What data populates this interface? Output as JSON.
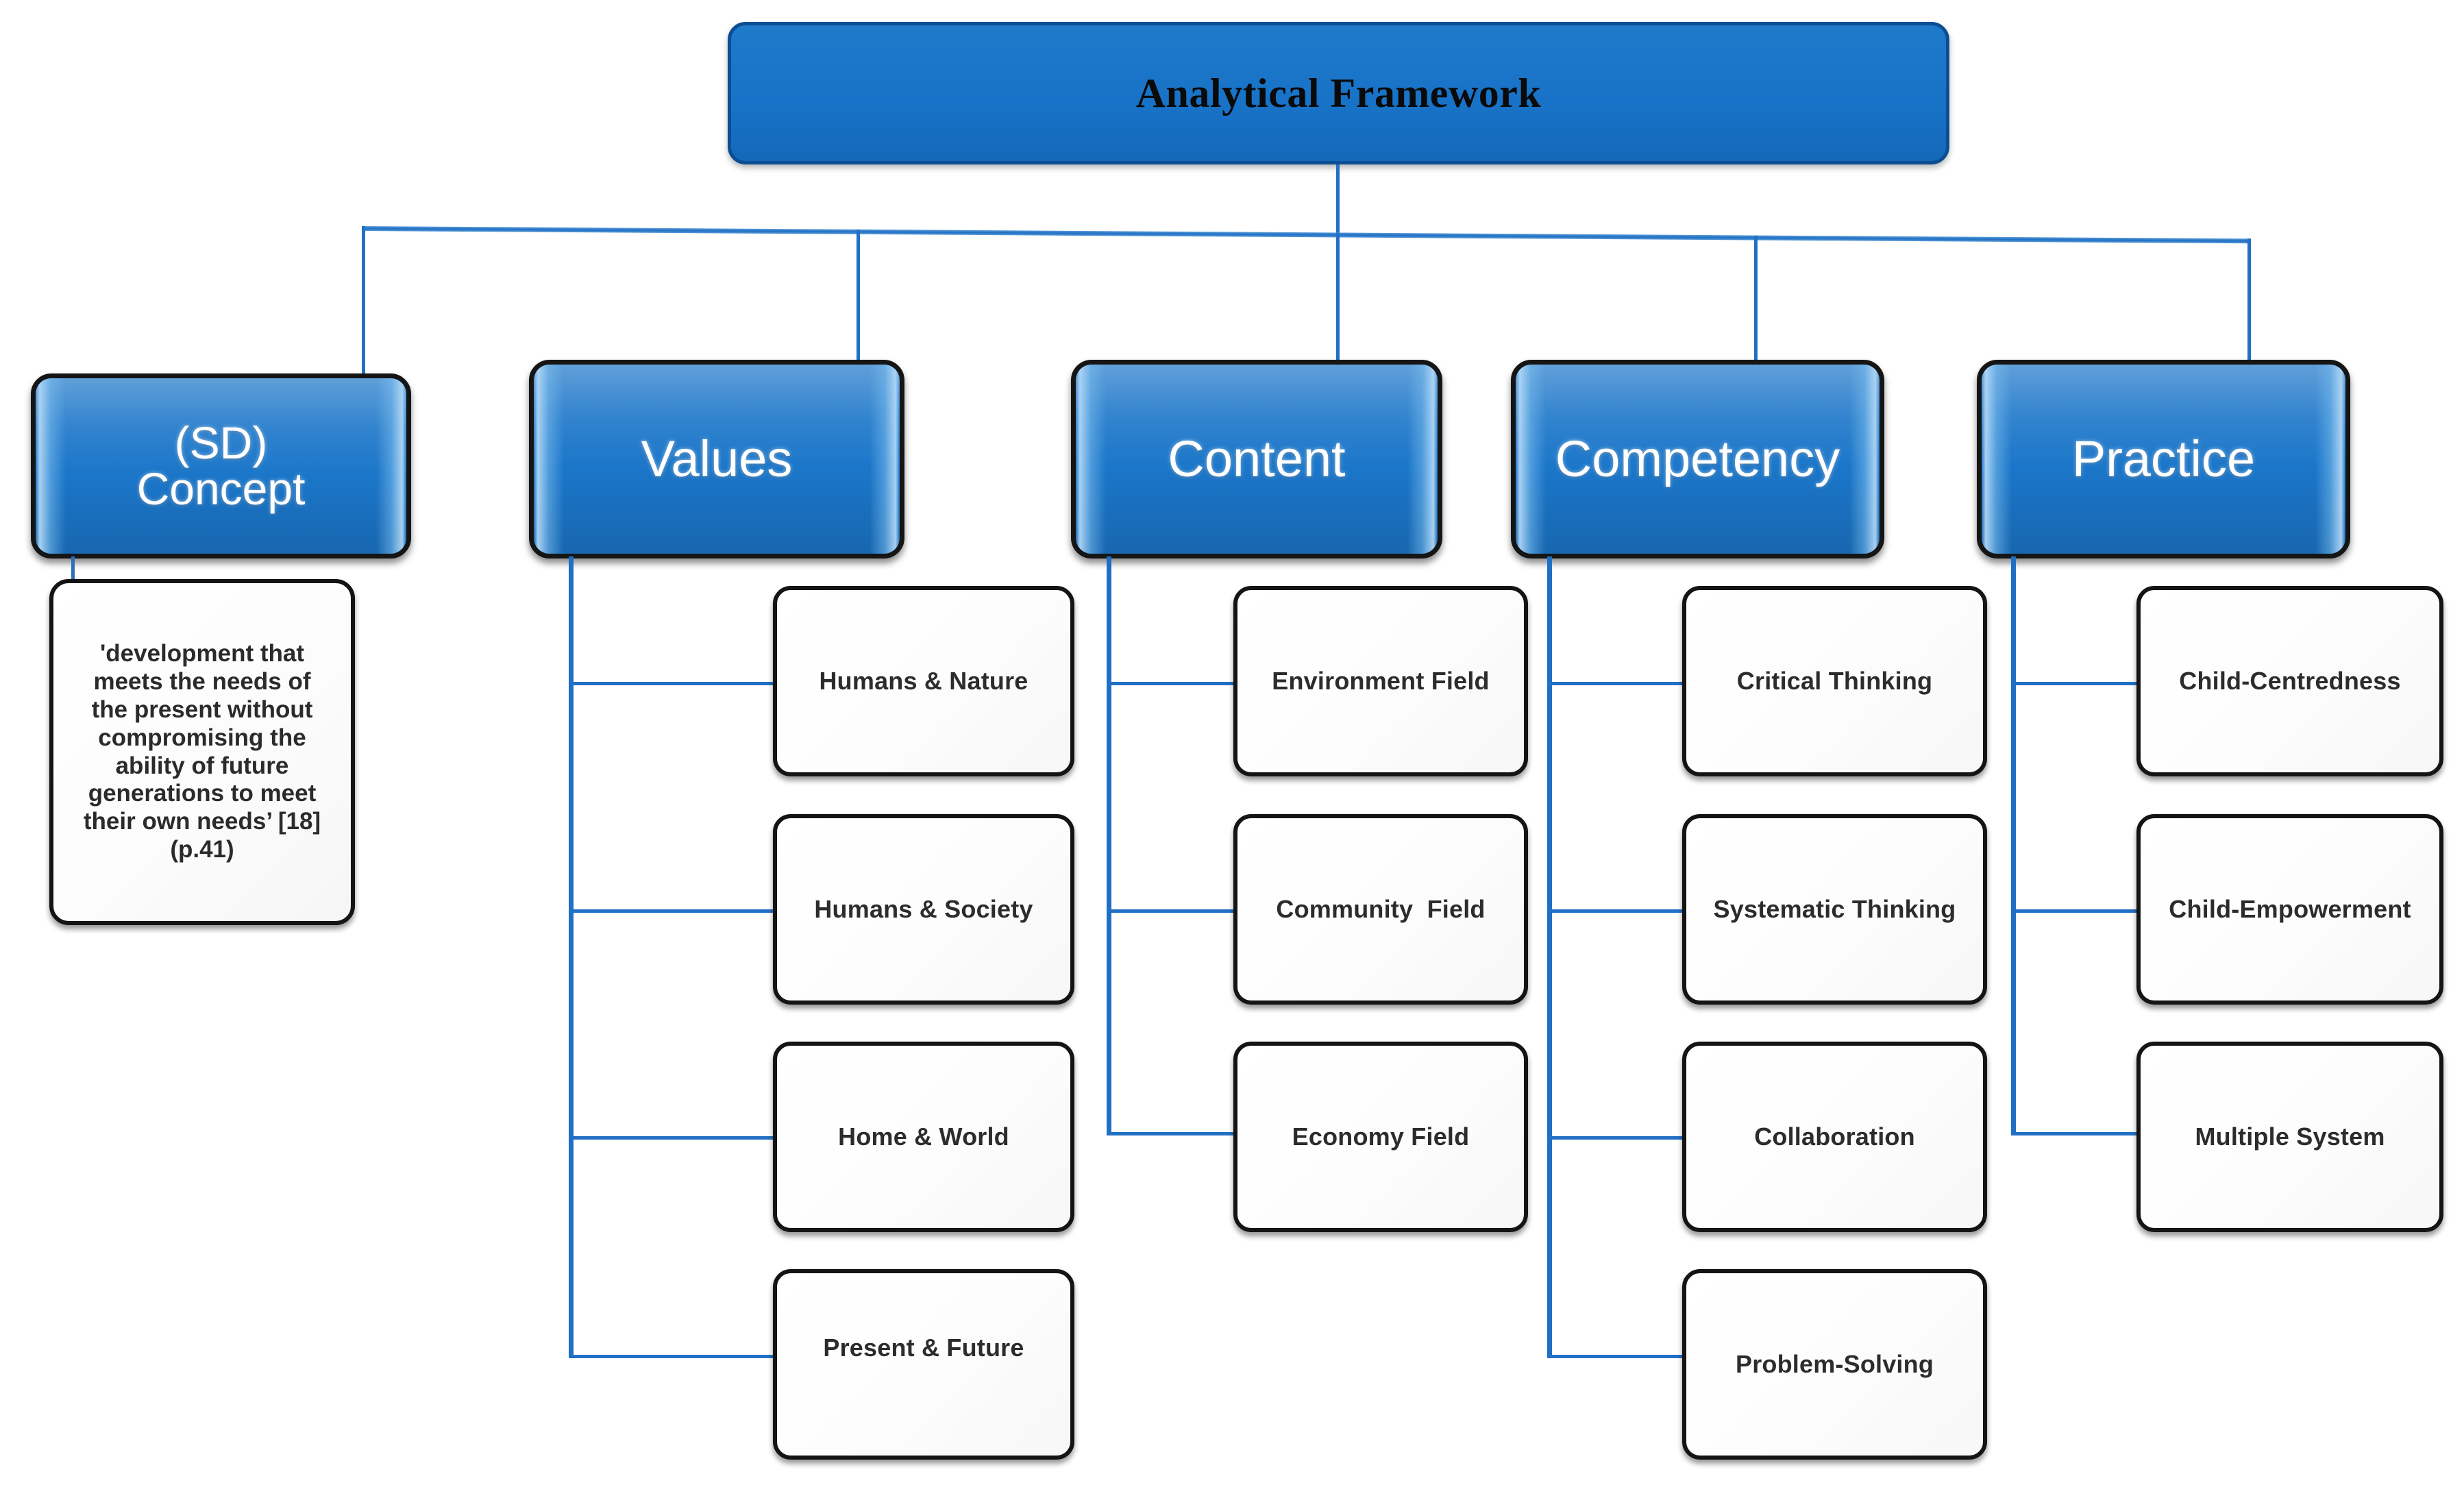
{
  "diagram": {
    "title": "Analytical Framework",
    "root": {
      "label": "Analytical Framework"
    },
    "sd": {
      "label": "(SD)\nConcept",
      "definition": "'development that\nmeets the needs of\nthe present without\ncompromising the\nability of future\ngenerations to meet\ntheir own needs’ [18]\n(p.41)"
    },
    "columns": [
      {
        "id": "values",
        "label": "Values",
        "items": [
          {
            "label": "Humans & Nature"
          },
          {
            "label": "Humans & Society"
          },
          {
            "label": "Home & World"
          },
          {
            "label": "Present & Future"
          }
        ]
      },
      {
        "id": "content",
        "label": "Content",
        "items": [
          {
            "label": "Environment Field"
          },
          {
            "label": "Community  Field"
          },
          {
            "label": "Economy Field"
          }
        ]
      },
      {
        "id": "competency",
        "label": "Competency",
        "items": [
          {
            "label": "Critical Thinking"
          },
          {
            "label": "Systematic Thinking"
          },
          {
            "label": "Collaboration"
          },
          {
            "label": "Problem-Solving"
          }
        ]
      },
      {
        "id": "practice",
        "label": "Practice",
        "items": [
          {
            "label": "Child-Centredness"
          },
          {
            "label": "Child-Empowerment"
          },
          {
            "label": "Multiple System"
          }
        ]
      }
    ],
    "colors": {
      "box_blue": "#1873C8",
      "box_blue_border": "#0C4E93",
      "connector_blue": "#2170C6",
      "outline_black": "#141414",
      "text_white": "#FFFFFF",
      "text_dark": "#2C2C2C",
      "background": "#FFFFFF"
    }
  }
}
